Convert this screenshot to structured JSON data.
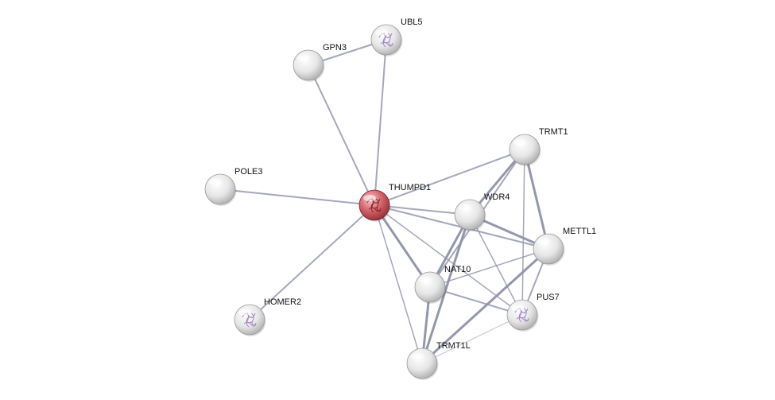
{
  "network": {
    "query_protein": "THUMPD1",
    "colors": {
      "node": "#d9d9d9",
      "query_node": "#c0464e",
      "edge": "#8e92a8",
      "structure": "#9a7bbf"
    },
    "nodes": [
      {
        "id": "THUMPD1",
        "query": true,
        "structure": true
      },
      {
        "id": "UBL5",
        "structure": true
      },
      {
        "id": "GPN3"
      },
      {
        "id": "POLE3"
      },
      {
        "id": "HOMER2",
        "structure": true
      },
      {
        "id": "TRMT1"
      },
      {
        "id": "WDR4"
      },
      {
        "id": "METTL1"
      },
      {
        "id": "NAT10"
      },
      {
        "id": "PUS7",
        "structure": true
      },
      {
        "id": "TRMT1L"
      }
    ],
    "edges": [
      [
        "GPN3",
        "UBL5",
        2
      ],
      [
        "UBL5",
        "THUMPD1",
        2
      ],
      [
        "GPN3",
        "THUMPD1",
        2
      ],
      [
        "POLE3",
        "THUMPD1",
        2
      ],
      [
        "HOMER2",
        "THUMPD1",
        2
      ],
      [
        "THUMPD1",
        "TRMT1",
        2
      ],
      [
        "THUMPD1",
        "WDR4",
        2
      ],
      [
        "THUMPD1",
        "METTL1",
        2
      ],
      [
        "THUMPD1",
        "NAT10",
        3
      ],
      [
        "THUMPD1",
        "PUS7",
        1.5
      ],
      [
        "THUMPD1",
        "TRMT1L",
        1.5
      ],
      [
        "TRMT1",
        "WDR4",
        3
      ],
      [
        "TRMT1",
        "METTL1",
        3
      ],
      [
        "TRMT1",
        "NAT10",
        2
      ],
      [
        "TRMT1",
        "PUS7",
        1.5
      ],
      [
        "WDR4",
        "METTL1",
        3
      ],
      [
        "WDR4",
        "NAT10",
        3
      ],
      [
        "WDR4",
        "PUS7",
        1.5
      ],
      [
        "WDR4",
        "TRMT1L",
        3
      ],
      [
        "METTL1",
        "NAT10",
        1.5
      ],
      [
        "METTL1",
        "PUS7",
        2
      ],
      [
        "METTL1",
        "TRMT1L",
        3
      ],
      [
        "NAT10",
        "PUS7",
        2
      ],
      [
        "NAT10",
        "TRMT1L",
        3
      ],
      [
        "PUS7",
        "TRMT1L",
        1
      ]
    ]
  }
}
